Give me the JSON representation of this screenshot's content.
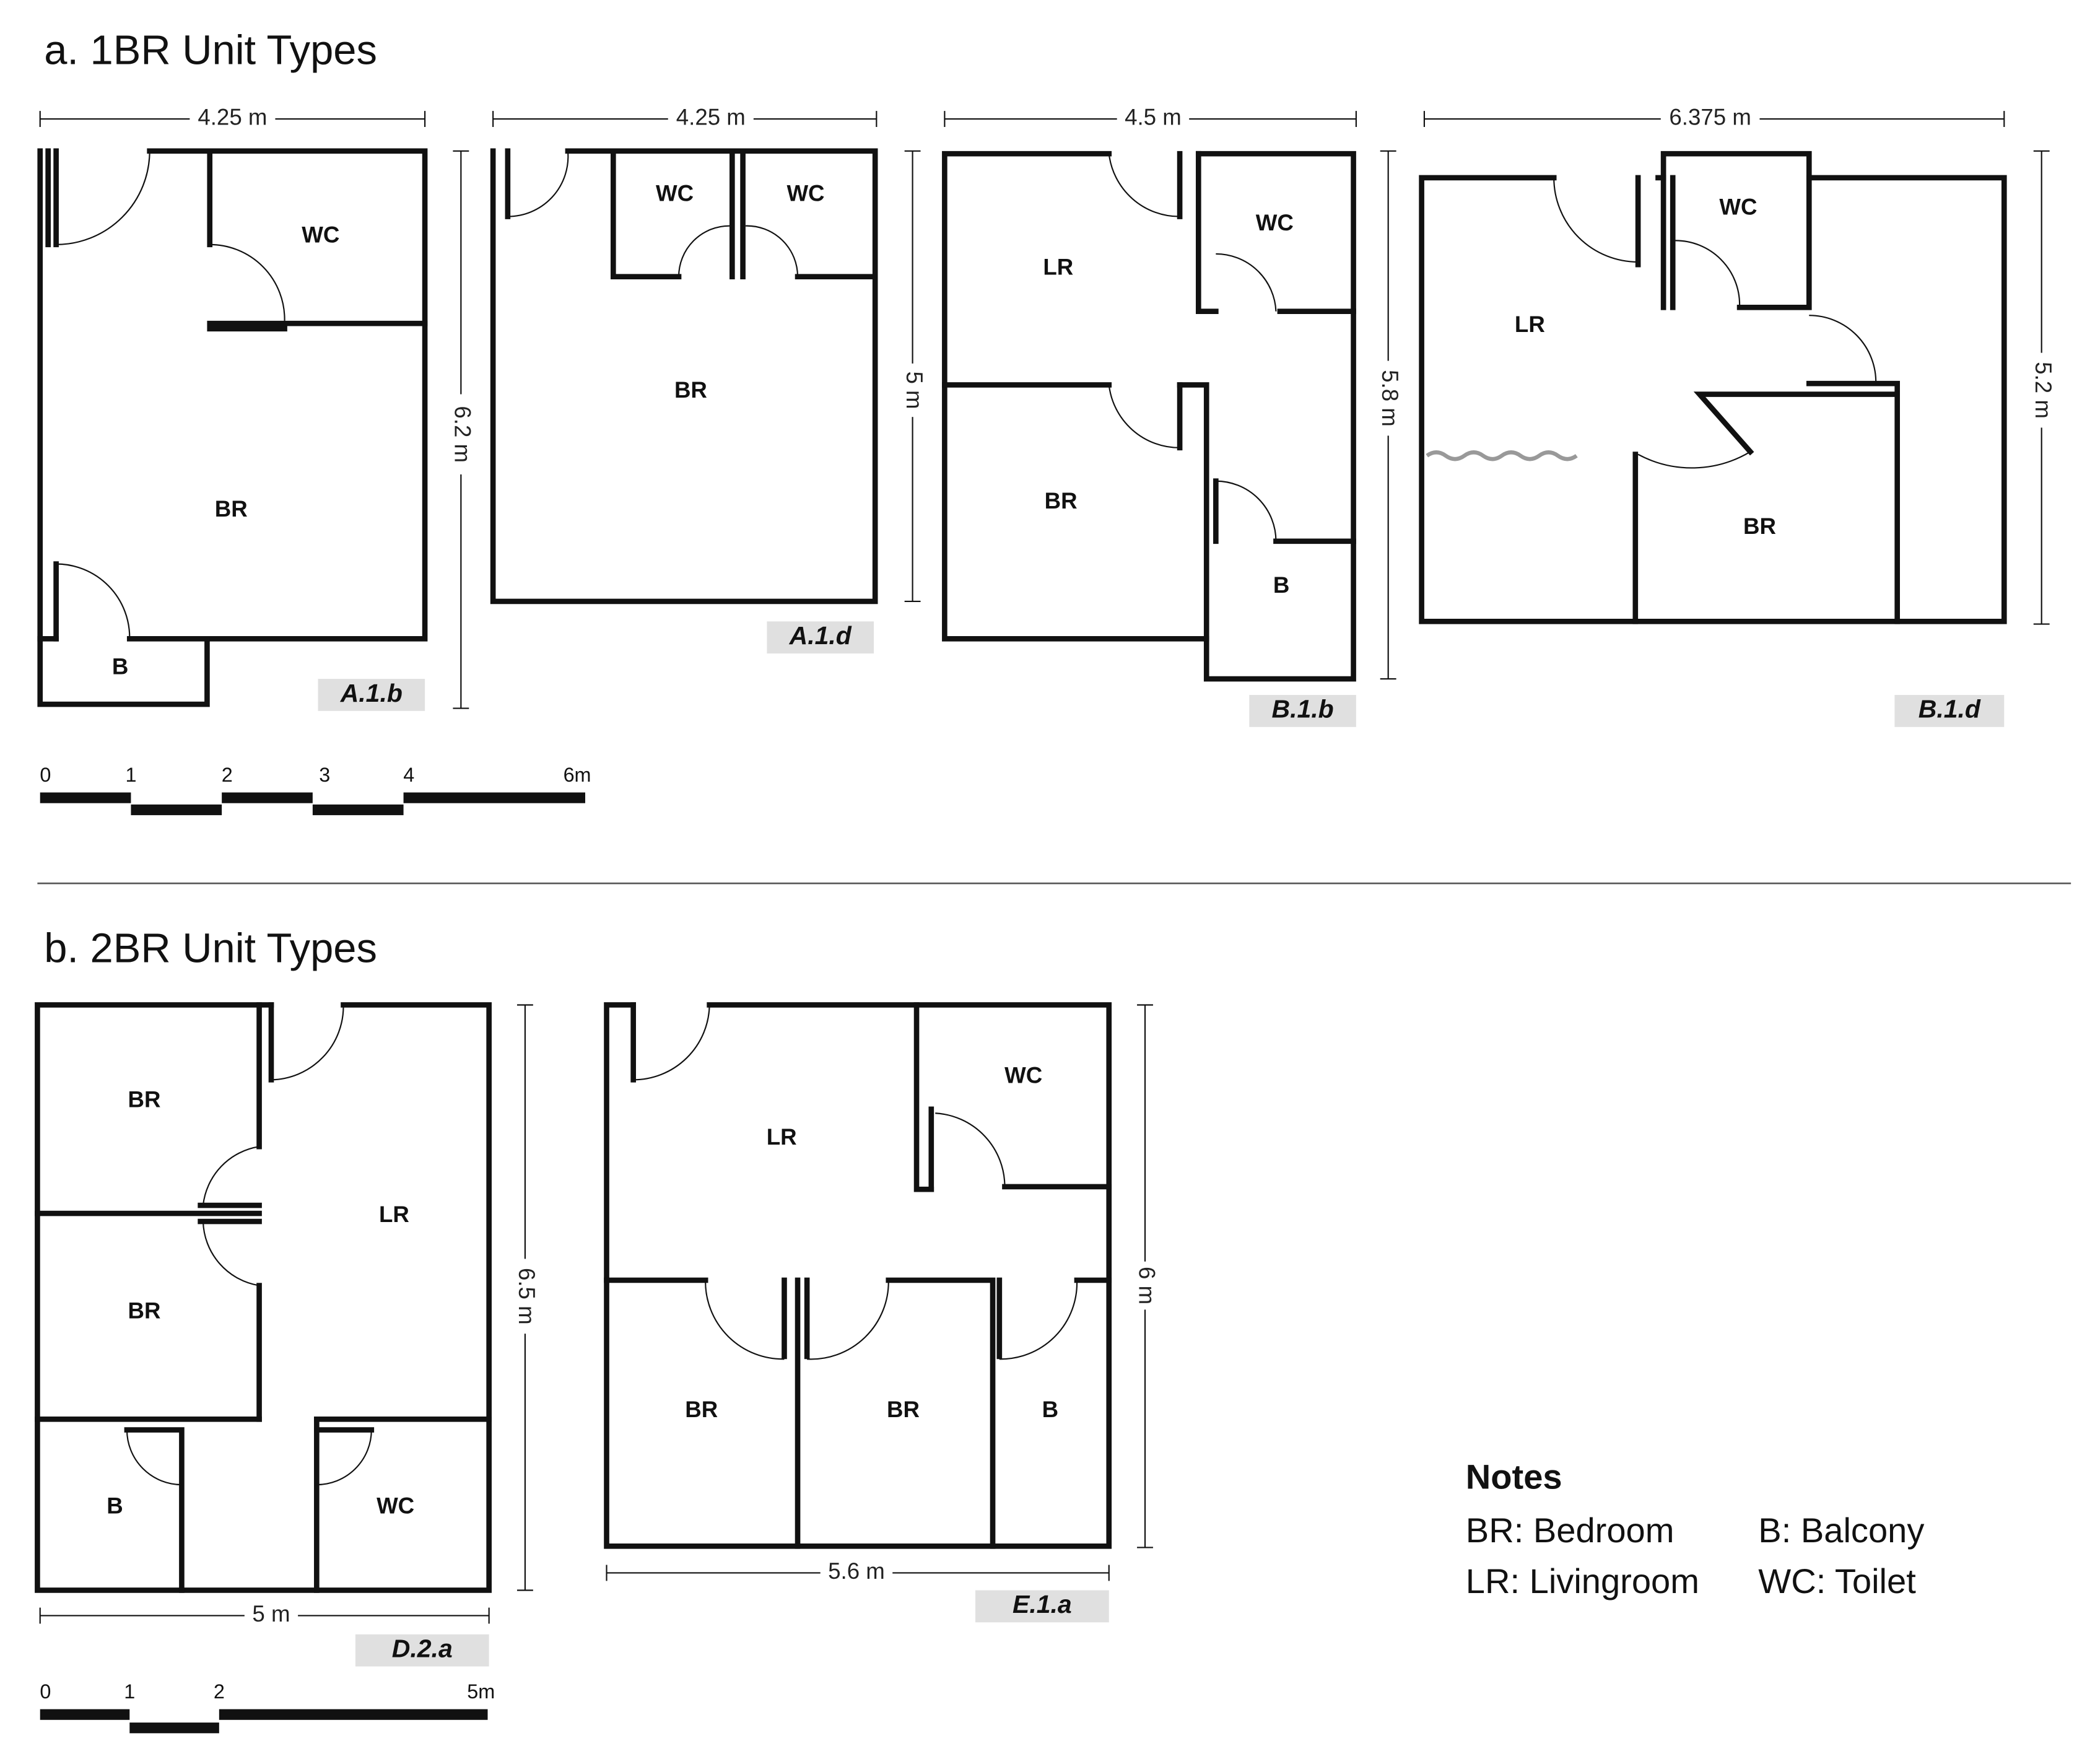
{
  "sections": {
    "a_title": "a. 1BR Unit Types",
    "b_title": "b. 2BR Unit Types"
  },
  "units": {
    "A1b": {
      "tag": "A.1.b",
      "width": "4.25 m",
      "depth": "6.2 m",
      "rooms": {
        "wc": "WC",
        "br": "BR",
        "b": "B"
      }
    },
    "A1d": {
      "tag": "A.1.d",
      "width": "4.25 m",
      "depth": "5 m",
      "rooms": {
        "wc1": "WC",
        "wc2": "WC",
        "br": "BR"
      }
    },
    "B1b": {
      "tag": "B.1.b",
      "width": "4.5 m",
      "depth": "5.8 m",
      "rooms": {
        "lr": "LR",
        "wc": "WC",
        "br": "BR",
        "b": "B"
      }
    },
    "B1d": {
      "tag": "B.1.d",
      "width": "6.375 m",
      "depth": "5.2 m",
      "rooms": {
        "lr": "LR",
        "wc": "WC",
        "br": "BR"
      }
    },
    "D2a": {
      "tag": "D.2.a",
      "width": "5 m",
      "depth": "6.5 m",
      "rooms": {
        "br1": "BR",
        "br2": "BR",
        "lr": "LR",
        "b": "B",
        "wc": "WC"
      }
    },
    "E1a": {
      "tag": "E.1.a",
      "width": "5.6 m",
      "depth": "6 m",
      "rooms": {
        "lr": "LR",
        "wc": "WC",
        "br1": "BR",
        "br2": "BR",
        "b": "B"
      }
    }
  },
  "scale_bars": {
    "a": {
      "ticks": [
        "0",
        "1",
        "2",
        "3",
        "4",
        "6m"
      ]
    },
    "b": {
      "ticks": [
        "0",
        "1",
        "2",
        "5m"
      ]
    }
  },
  "notes": {
    "heading": "Notes",
    "br": "BR: Bedroom",
    "b": "B: Balcony",
    "lr": "LR: Livingroom",
    "wc": "WC: Toilet"
  }
}
